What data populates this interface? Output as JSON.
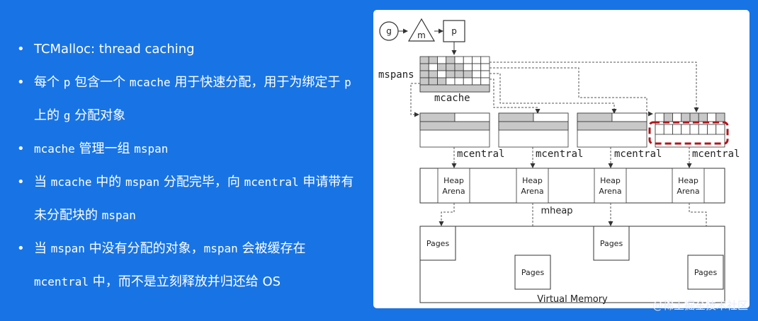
{
  "bullets": [
    {
      "parts": [
        {
          "t": "TCMalloc: thread caching",
          "m": false
        }
      ]
    },
    {
      "parts": [
        {
          "t": "每个 ",
          "m": false
        },
        {
          "t": "p",
          "m": true
        },
        {
          "t": " 包含一个 ",
          "m": false
        },
        {
          "t": "mcache",
          "m": true
        },
        {
          "t": " 用于快速分配，用于为绑定于 ",
          "m": false
        },
        {
          "t": "p",
          "m": true
        },
        {
          "t": " 上的 ",
          "m": false
        },
        {
          "t": "g",
          "m": true
        },
        {
          "t": " 分配对象",
          "m": false
        }
      ]
    },
    {
      "parts": [
        {
          "t": "mcache",
          "m": true
        },
        {
          "t": " 管理一组 ",
          "m": false
        },
        {
          "t": "mspan",
          "m": true
        }
      ]
    },
    {
      "parts": [
        {
          "t": "当 ",
          "m": false
        },
        {
          "t": "mcache",
          "m": true
        },
        {
          "t": " 中的 ",
          "m": false
        },
        {
          "t": "mspan",
          "m": true
        },
        {
          "t": " 分配完毕，向 ",
          "m": false
        },
        {
          "t": "mcentral",
          "m": true
        },
        {
          "t": " 申请带有未分配块的 ",
          "m": false
        },
        {
          "t": "mspan",
          "m": true
        }
      ]
    },
    {
      "parts": [
        {
          "t": "当 ",
          "m": false
        },
        {
          "t": "mspan",
          "m": true
        },
        {
          "t": " 中没有分配的对象，",
          "m": false
        },
        {
          "t": "mspan",
          "m": true
        },
        {
          "t": " 会被缓存在 ",
          "m": false
        },
        {
          "t": "mcentral",
          "m": true
        },
        {
          "t": " 中，而不是立刻释放并归还给 OS",
          "m": false
        }
      ]
    }
  ],
  "diagram": {
    "g": "g",
    "m": "m",
    "p": "p",
    "mspans": "mspans",
    "mcache": "mcache",
    "mcentral": [
      "mcentral",
      "mcentral",
      "mcentral",
      "mcentral"
    ],
    "heap_arena": [
      "Heap",
      "Arena"
    ],
    "mheap": "mheap",
    "pages": [
      "Pages",
      "Pages",
      "Pages",
      "Pages"
    ],
    "virtual_memory": "Virtual Memory"
  },
  "watermark": "@稀土掘金技术社区",
  "colors": {
    "background": "#1874e4",
    "highlight": "#b3131b",
    "fill_gray": "#c8c8c8"
  }
}
